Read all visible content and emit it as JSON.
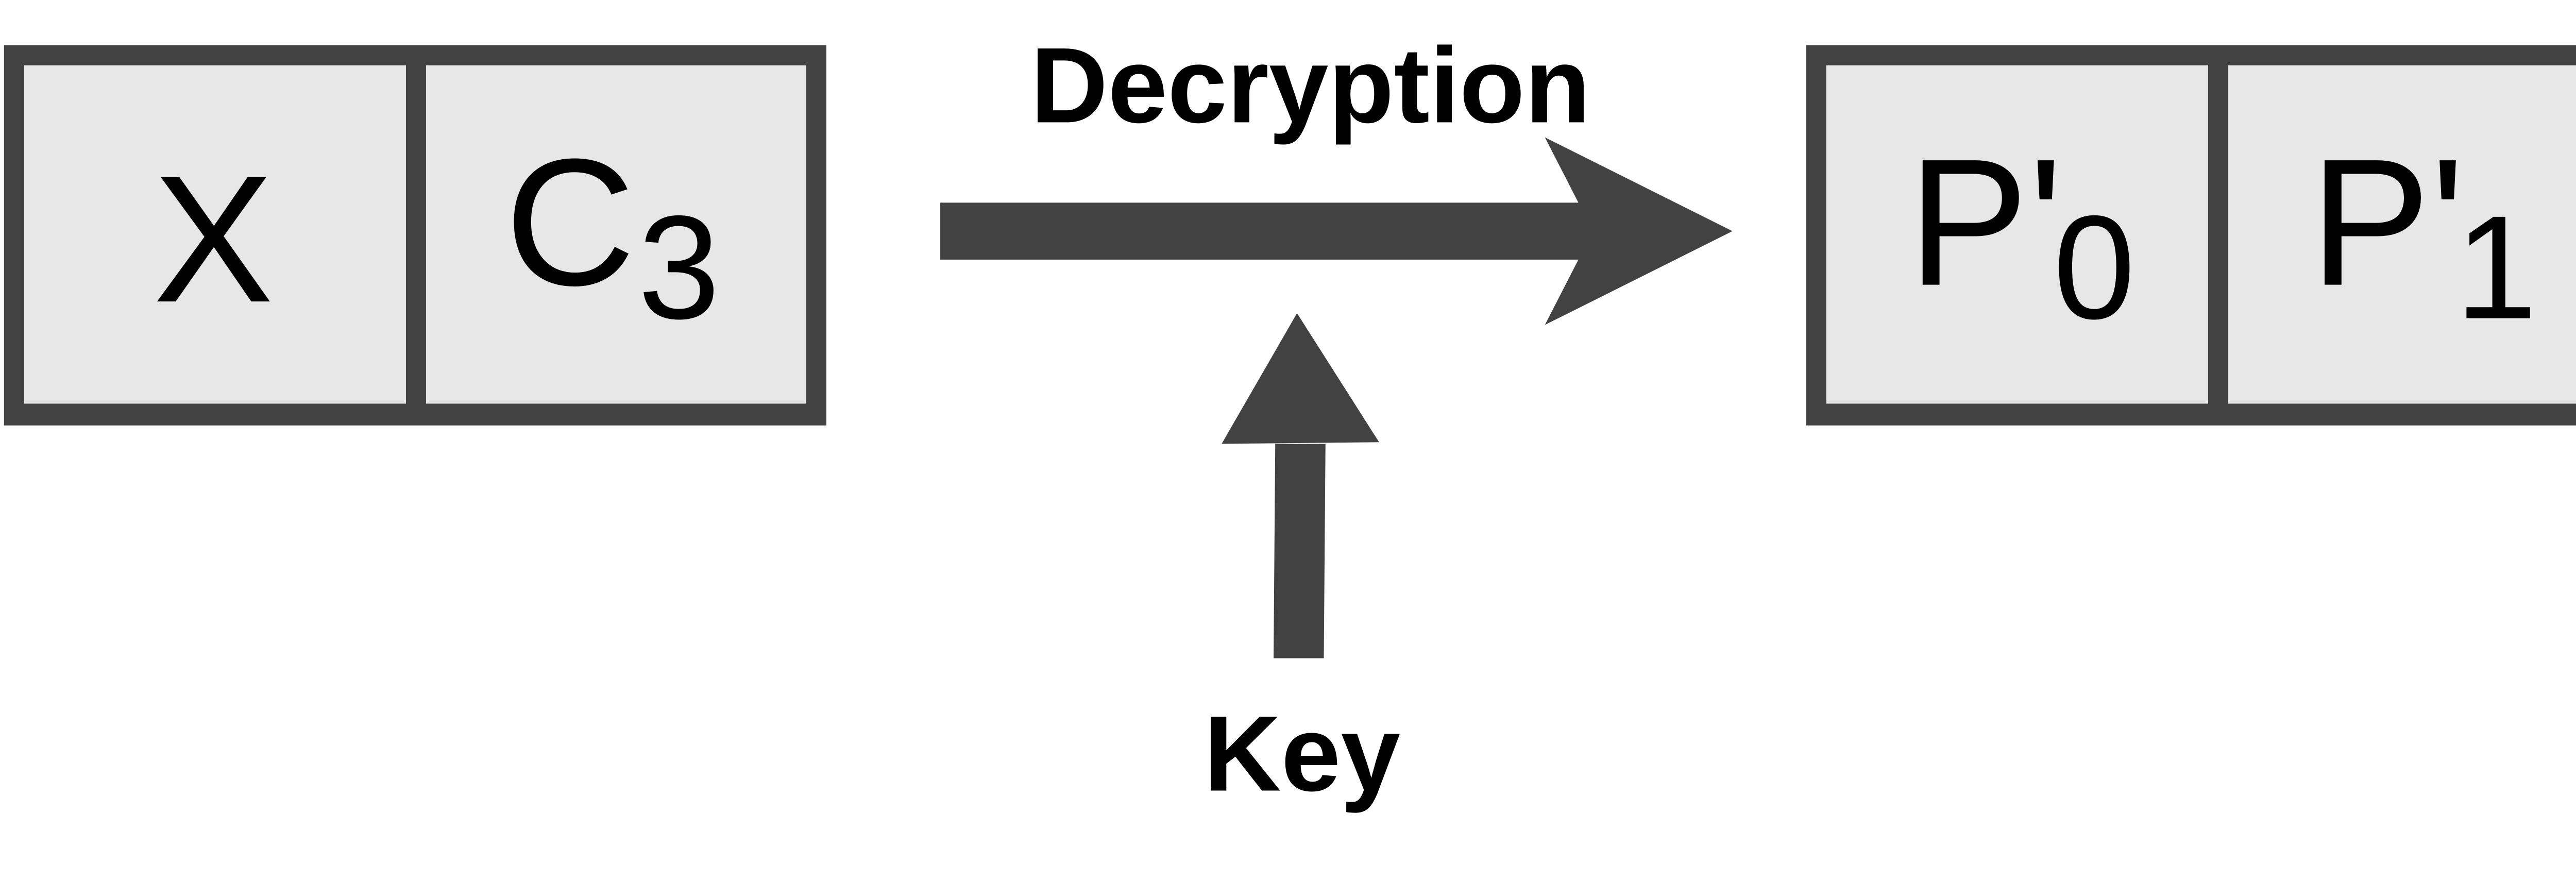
{
  "colors": {
    "border": "#424242",
    "cell_fill": "#e6e7e6",
    "arrow": "#424242",
    "text": "#000000"
  },
  "input_block": {
    "cells": [
      {
        "main": "X",
        "sub": ""
      },
      {
        "main": "C",
        "sub": "3"
      }
    ]
  },
  "operation": {
    "label": "Decryption"
  },
  "key": {
    "label": "Key"
  },
  "output_block": {
    "cells": [
      {
        "main": "P'",
        "sub": "0"
      },
      {
        "main": "P'",
        "sub": "1"
      }
    ]
  }
}
